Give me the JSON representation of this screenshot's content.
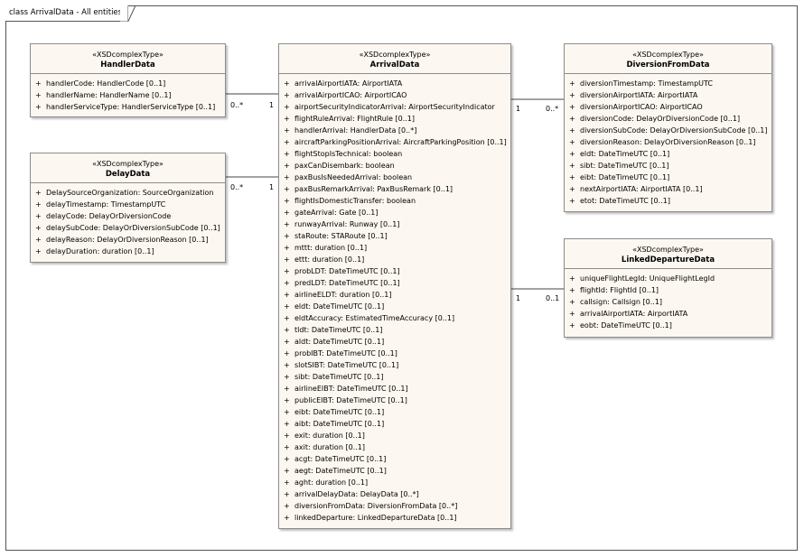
{
  "diagram_title": "class ArrivalData - All entities",
  "classes": {
    "handler": {
      "stereotype": "«XSDcomplexType»",
      "name": "HandlerData",
      "attributes": [
        "handlerCode: HandlerCode [0..1]",
        "handlerName: HandlerName [0..1]",
        "handlerServiceType: HandlerServiceType [0..1]"
      ]
    },
    "delay": {
      "stereotype": "«XSDcomplexType»",
      "name": "DelayData",
      "attributes": [
        "DelaySourceOrganization: SourceOrganization",
        "delayTimestamp: TimestampUTC",
        "delayCode: DelayOrDiversionCode",
        "delaySubCode: DelayOrDiversionSubCode [0..1]",
        "delayReason: DelayOrDiversionReason [0..1]",
        "delayDuration: duration [0..1]"
      ]
    },
    "arrival": {
      "stereotype": "«XSDcomplexType»",
      "name": "ArrivalData",
      "attributes": [
        "arrivalAirportIATA: AirportIATA",
        "arrivalAirportICAO: AirportICAO",
        "airportSecurityIndicatorArrival: AirportSecurityIndicator",
        "flightRuleArrival: FlightRule [0..1]",
        "handlerArrival: HandlerData [0..*]",
        "aircraftParkingPositionArrival: AircraftParkingPosition [0..1]",
        "flightStopIsTechnical: boolean",
        "paxCanDisembark: boolean",
        "paxBusIsNeededArrival: boolean",
        "paxBusRemarkArrival: PaxBusRemark [0..1]",
        "flightIsDomesticTransfer: boolean",
        "gateArrival: Gate [0..1]",
        "runwayArrival: Runway [0..1]",
        "staRoute: STARoute [0..1]",
        "mttt: duration [0..1]",
        "ettt: duration [0..1]",
        "probLDT: DateTimeUTC [0..1]",
        "predLDT: DateTimeUTC [0..1]",
        "airlineELDT: duration [0..1]",
        "eldt: DateTimeUTC [0..1]",
        "eldtAccuracy: EstimatedTimeAccuracy [0..1]",
        "tldt: DateTimeUTC [0..1]",
        "aldt: DateTimeUTC [0..1]",
        "probIBT: DateTimeUTC [0..1]",
        "slotSIBT: DateTimeUTC [0..1]",
        "sibt: DateTimeUTC [0..1]",
        "airlineEIBT: DateTimeUTC [0..1]",
        "publicEIBT: DateTimeUTC [0..1]",
        "eibt: DateTimeUTC [0..1]",
        "aibt: DateTimeUTC [0..1]",
        "exit: duration [0..1]",
        "axit: duration [0..1]",
        "acgt: DateTimeUTC [0..1]",
        "aegt: DateTimeUTC [0..1]",
        "aght: duration [0..1]",
        "arrivalDelayData: DelayData [0..*]",
        "diversionFromData: DiversionFromData [0..*]",
        "linkedDeparture: LinkedDepartureData [0..1]"
      ]
    },
    "diversion": {
      "stereotype": "«XSDcomplexType»",
      "name": "DiversionFromData",
      "attributes": [
        "diversionTimestamp: TimestampUTC",
        "diversionAirportIATA: AirportIATA",
        "diversionAirportICAO: AirportICAO",
        "diversionCode: DelayOrDiversionCode [0..1]",
        "diversionSubCode: DelayOrDiversionSubCode [0..1]",
        "diversionReason: DelayOrDiversionReason [0..1]",
        "eldt: DateTimeUTC [0..1]",
        "sibt: DateTimeUTC [0..1]",
        "eibt: DateTimeUTC [0..1]",
        "nextAirportIATA: AirportIATA [0..1]",
        "etot: DateTimeUTC [0..1]"
      ]
    },
    "linked": {
      "stereotype": "«XSDcomplexType»",
      "name": "LinkedDepartureData",
      "attributes": [
        "uniqueFlightLegId: UniqueFlightLegId",
        "flightId: FlightId [0..1]",
        "callsign: Callsign [0..1]",
        "arrivalAirportIATA: AirportIATA",
        "eobt: DateTimeUTC [0..1]"
      ]
    }
  },
  "visibility_symbol": "+",
  "associations": {
    "handler": {
      "near_class": "0..*",
      "near_arrival": "1"
    },
    "delay": {
      "near_class": "0..*",
      "near_arrival": "1"
    },
    "diversion": {
      "near_arrival": "1",
      "near_class": "0..*"
    },
    "linked": {
      "near_arrival": "1",
      "near_class": "0..1"
    }
  },
  "colors": {
    "class_fill": "#fcf7f0",
    "border": "#8c8c8c",
    "line": "#444444"
  }
}
